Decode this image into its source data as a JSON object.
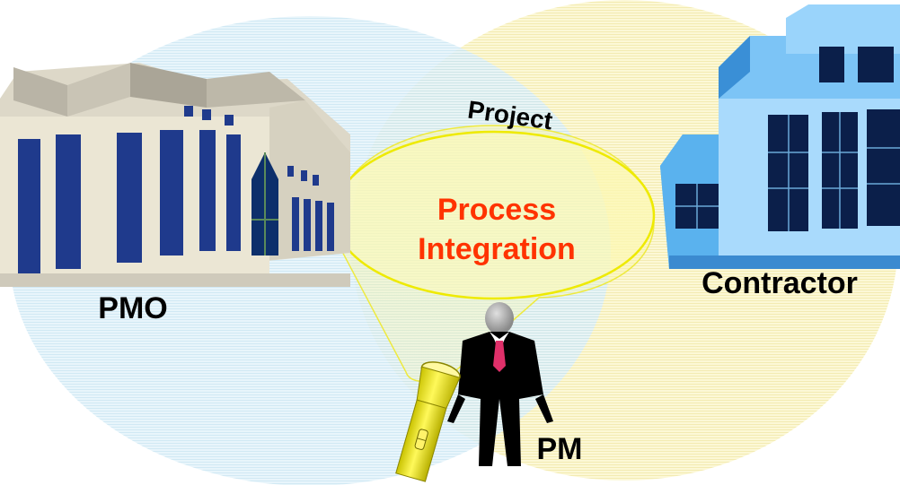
{
  "labels": {
    "pmo": "PMO",
    "contractor": "Contractor",
    "project": "Project",
    "process_line1": "Process",
    "process_line2": "Integration",
    "pm": "PM"
  },
  "colors": {
    "pmo_circle": "#d9eef7",
    "contractor_circle": "#fbf5c6",
    "spotlight": "#f4f100",
    "process_text": "#ff3300",
    "label_text": "#000000"
  },
  "icons": [
    "pmo-building-icon",
    "contractor-building-icon",
    "project-manager-icon",
    "flashlight-icon"
  ]
}
